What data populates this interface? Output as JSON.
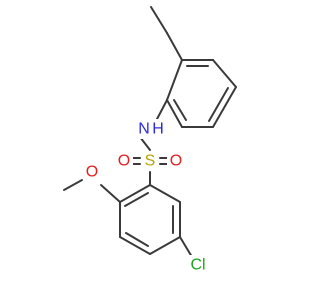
{
  "molecule": {
    "atoms": {
      "n": {
        "symbol": "N",
        "suffix": "H",
        "color": "#2b2bd8"
      },
      "s": {
        "symbol": "S",
        "color": "#b8a300"
      },
      "o1": {
        "symbol": "O",
        "color": "#e52020"
      },
      "o2": {
        "symbol": "O",
        "color": "#e52020"
      },
      "o3": {
        "symbol": "O",
        "color": "#e52020"
      },
      "cl": {
        "symbol": "Cl",
        "color": "#1fa21f"
      }
    },
    "bond_color": "#3a3a3a",
    "background": "#ffffff"
  }
}
